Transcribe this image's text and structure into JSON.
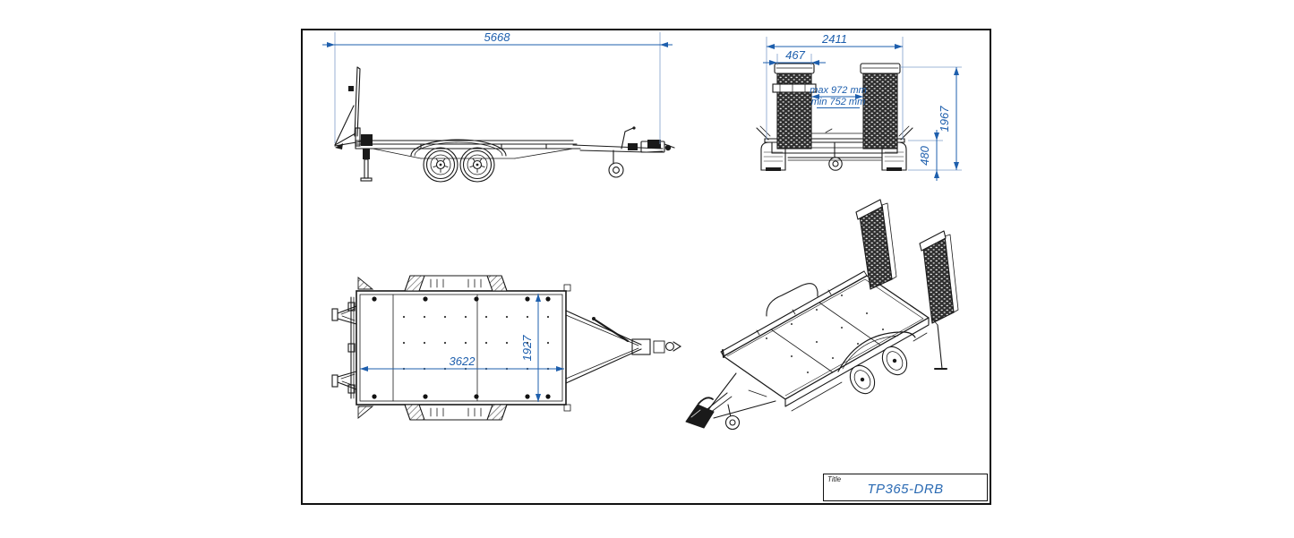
{
  "title_block": {
    "label": "Title",
    "value": "TP365-DRB"
  },
  "dimensions": {
    "side_view": {
      "overall_length_mm": "5668"
    },
    "rear_view": {
      "overall_width_mm": "2411",
      "ramp_width_mm": "467",
      "ramp_gap_max": "max 972 mm",
      "ramp_gap_min": "min 752 mm",
      "overall_height_mm": "1967",
      "deck_height_mm": "480"
    },
    "top_view": {
      "bed_length_mm": "3622",
      "bed_width_mm": "1927"
    }
  },
  "colors": {
    "dimension_blue": "#1e5fad",
    "extension_blue": "#7f9fca",
    "line_black": "#1a1a1a",
    "title_blue": "#2a6ab3",
    "background": "#ffffff"
  }
}
